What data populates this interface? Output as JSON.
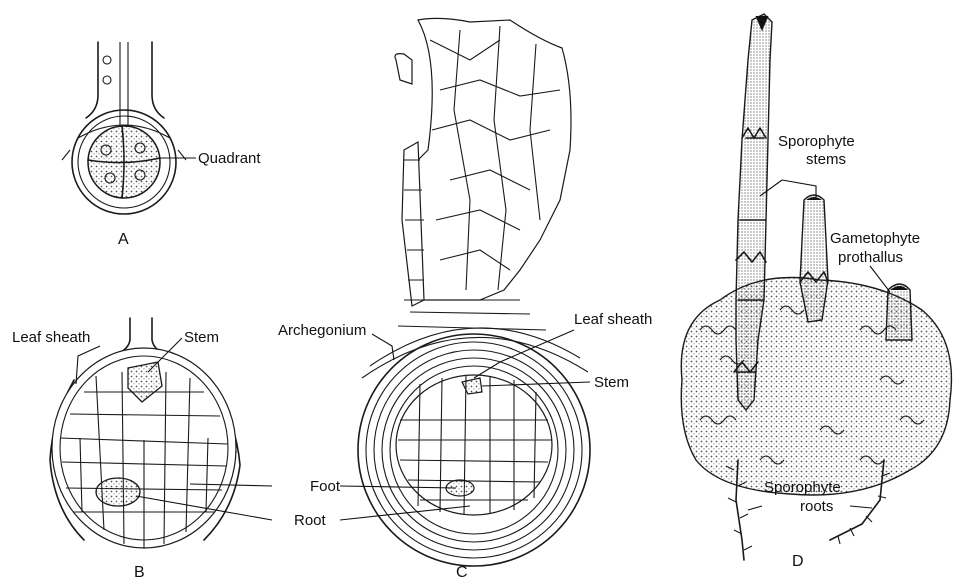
{
  "labels": {
    "quadrant": "Quadrant",
    "leaf_sheath_b": "Leaf sheath",
    "stem_b": "Stem",
    "archegonium": "Archegonium",
    "leaf_sheath_c": "Leaf sheath",
    "stem_c": "Stem",
    "foot": "Foot",
    "root": "Root",
    "sporophyte_stems_1": "Sporophyte",
    "sporophyte_stems_2": "stems",
    "gametophyte_1": "Gametophyte",
    "gametophyte_2": "prothallus",
    "sporophyte_roots_1": "Sporophyte",
    "sporophyte_roots_2": "roots"
  },
  "panels": {
    "a": "A",
    "b": "B",
    "c": "C",
    "d": "D"
  },
  "colors": {
    "ink": "#1a1a1a",
    "stipple": "#9a9a9a",
    "background": "#ffffff"
  }
}
